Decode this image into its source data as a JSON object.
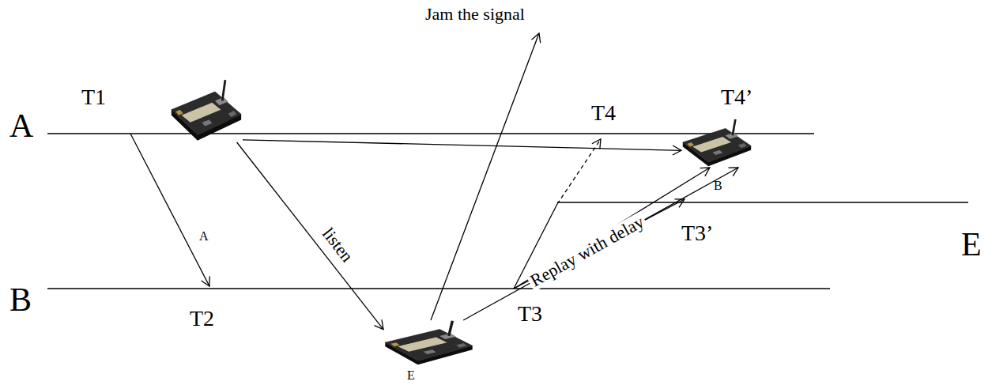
{
  "diagram": {
    "nodes": [
      {
        "text": [
          "A"
        ]
      },
      {
        "text": [
          "B"
        ]
      },
      {
        "text": [
          "E"
        ]
      }
    ],
    "edges": [
      {
        "from": 0,
        "to": 1,
        "arrow": "to"
      },
      {
        "from": 0,
        "to": 2,
        "label": "listen",
        "arrow": "to"
      },
      {
        "from": 2,
        "to": 1,
        "label": "Replay with delay",
        "arrow": "to"
      }
    ],
    "labels": [
      "A",
      "T1",
      "T2",
      "B",
      "Jam the signal",
      "T3",
      "T4",
      "T4’",
      "T3’",
      "E"
    ]
  }
}
